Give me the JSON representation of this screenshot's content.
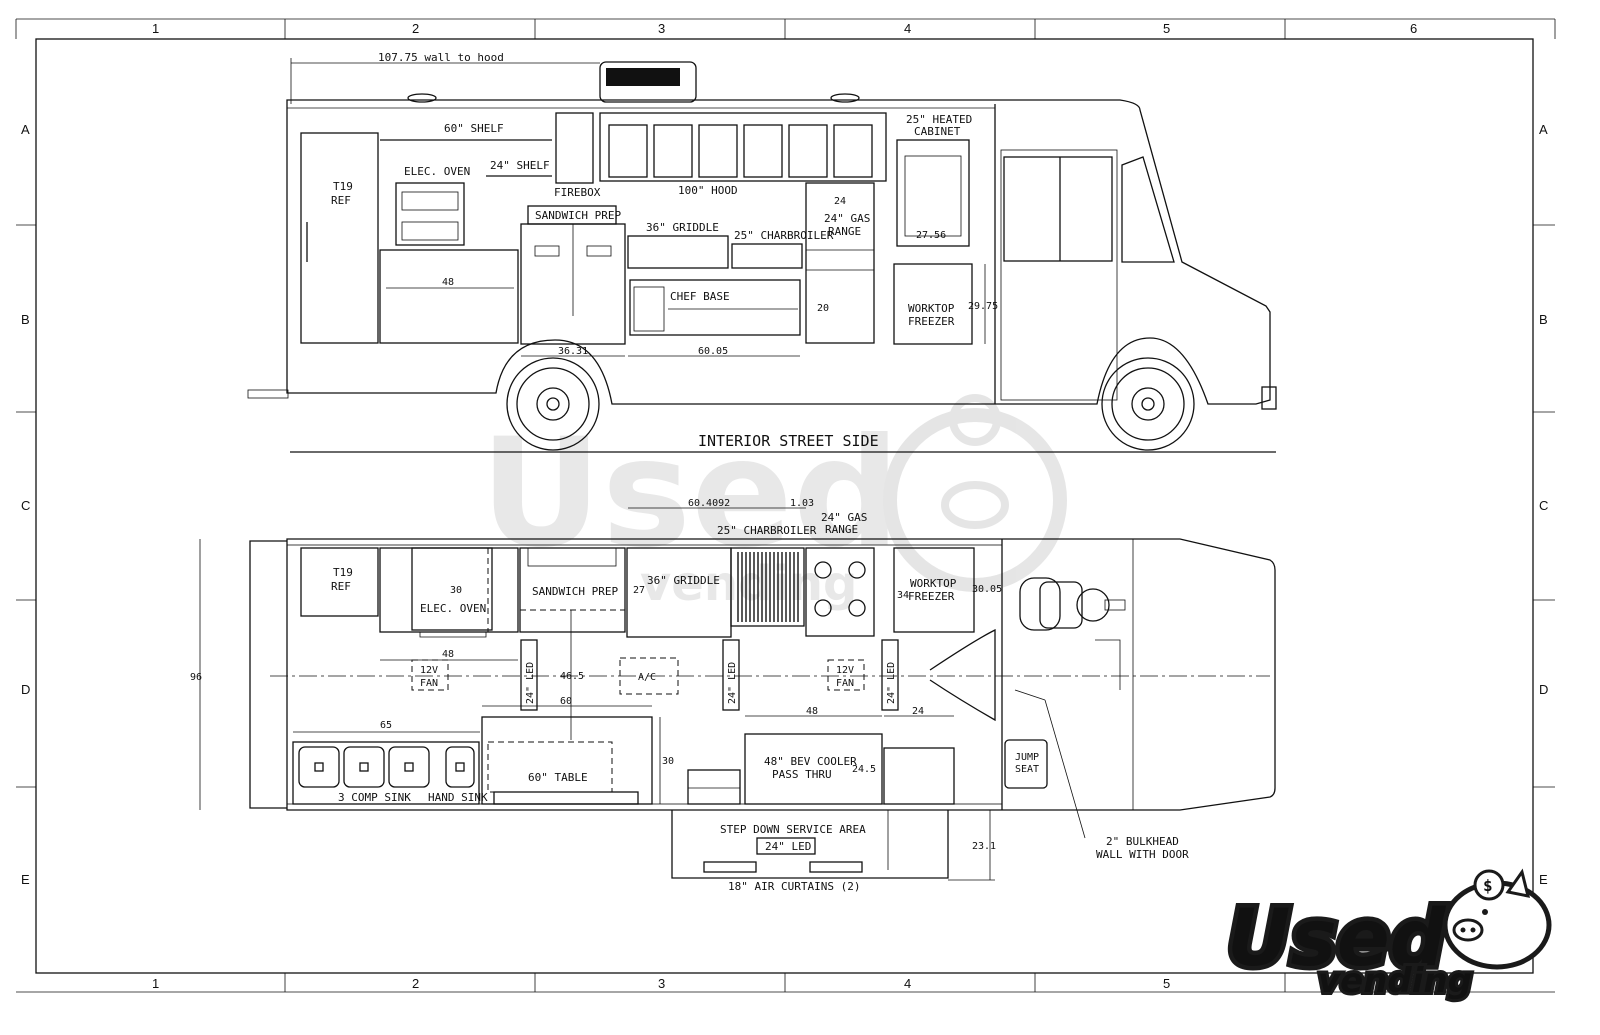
{
  "frame": {
    "col_labels": [
      "1",
      "2",
      "3",
      "4",
      "5",
      "6"
    ],
    "row_labels": [
      "A",
      "B",
      "C",
      "D",
      "E"
    ]
  },
  "side_view": {
    "title": "INTERIOR STREET SIDE",
    "dim_wall_to_hood": "107.75 wall to hood",
    "labels": {
      "shelf60": "60\" SHELF",
      "shelf24": "24\" SHELF",
      "firebox": "FIREBOX",
      "hood": "100\" HOOD",
      "heated_cabinet_1": "25\" HEATED",
      "heated_cabinet_2": "CABINET",
      "t19_1": "T19",
      "t19_2": "REF",
      "elec_oven": "ELEC. OVEN",
      "sandwich_prep": "SANDWICH PREP",
      "griddle": "36\" GRIDDLE",
      "charbroiler": "25\" CHARBROILER",
      "gas_range_1": "24\" GAS",
      "gas_range_2": "RANGE",
      "chef_base": "CHEF BASE",
      "worktop_1": "WORKTOP",
      "worktop_2": "FREEZER"
    },
    "dims": {
      "d48": "48",
      "d24": "24",
      "d2756": "27.56",
      "d2975": "29.75",
      "d20": "20",
      "d3631": "36.31",
      "d6005": "60.05"
    }
  },
  "plan_view": {
    "labels": {
      "t19_1": "T19",
      "t19_2": "REF",
      "elec_oven": "ELEC. OVEN",
      "sandwich_prep": "SANDWICH PREP",
      "griddle": "36\" GRIDDLE",
      "charbroiler": "25\" CHARBROILER",
      "gas_range_1": "24\" GAS",
      "gas_range_2": "RANGE",
      "worktop_1": "WORKTOP",
      "worktop_2": "FREEZER",
      "fan_1": "12V",
      "fan_2": "FAN",
      "ac": "A/C",
      "led": "24\" LED",
      "table": "60\" TABLE",
      "bev_1": "48\" BEV COOLER",
      "bev_2": "PASS THRU",
      "sink3": "3 COMP SINK",
      "hand_sink": "HAND SINK",
      "jump_1": "JUMP",
      "jump_2": "SEAT",
      "step_down": "STEP DOWN SERVICE AREA",
      "air_curtains": "18\" AIR CURTAINS (2)",
      "bulkhead_1": "2\" BULKHEAD",
      "bulkhead_2": "WALL WITH DOOR"
    },
    "dims": {
      "d604092": "60.4092",
      "d103": "1.03",
      "d96": "96",
      "d30": "30",
      "d27": "27",
      "d34": "34",
      "d3005": "30.05",
      "d48a": "48",
      "d465": "46.5",
      "d60": "60",
      "d65": "65",
      "d30b": "30",
      "d48b": "48",
      "d24": "24",
      "d245": "24.5",
      "d231": "23.1"
    }
  },
  "logo": {
    "word": "Used",
    "sub": "vending",
    "badge": "$"
  }
}
